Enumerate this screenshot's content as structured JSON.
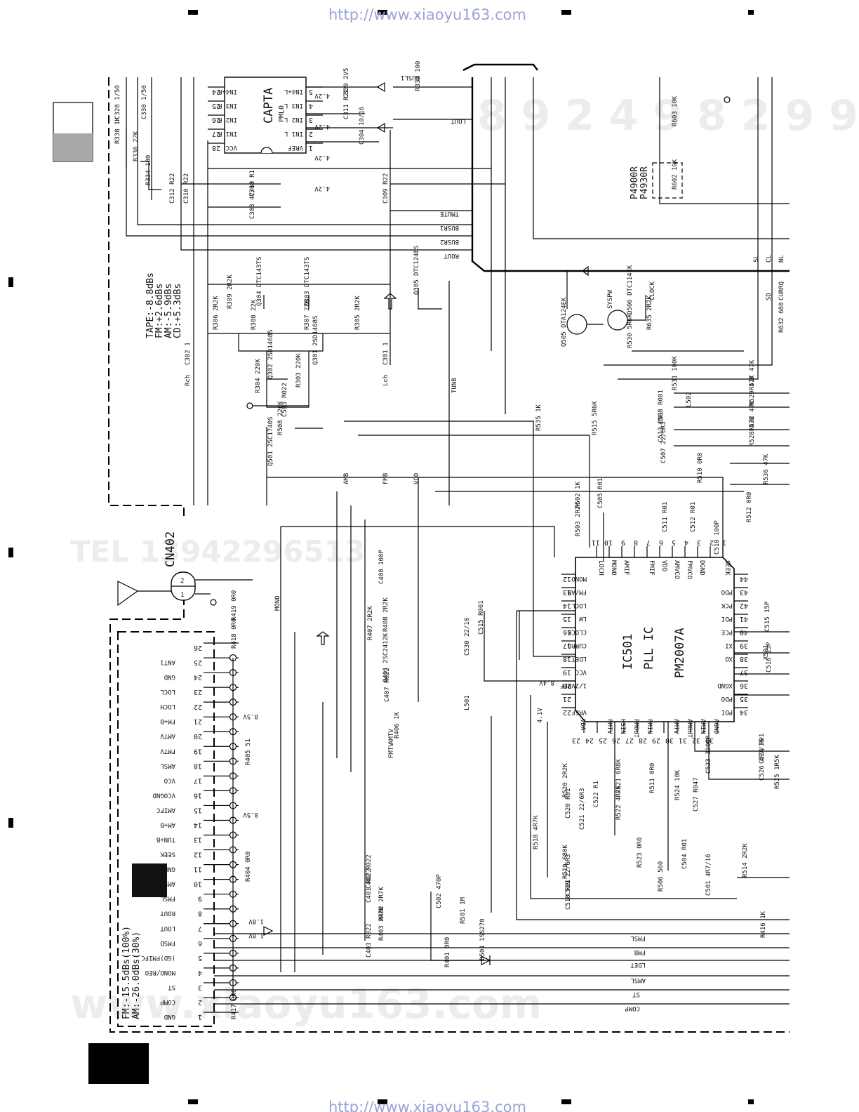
{
  "header_url": "http://www.xiaoyu163.com",
  "footer_url": "http://www.xiaoyu163.com",
  "watermarks": {
    "phone_top": "8 9 2 4 9 8 2 9 9",
    "phone_mid": "TEL 13942296513",
    "site_bottom": "www.xiaoyu163.com"
  },
  "ic_capta": {
    "name": "CAPTA",
    "part": "PML0"
  },
  "ic_pll": {
    "ref": "IC501",
    "name": "PLL IC",
    "part": "PM2007A"
  },
  "connector": {
    "ref": "CN402"
  },
  "p_labels": [
    "P4900R",
    "P4930R"
  ],
  "levels_note": [
    "TAPE:-8.8dBs",
    "FM:+2.6dBs",
    "AM:-5.9dBs",
    "CD:+5.3dBs"
  ],
  "modulation_note": [
    "FM:-15.5dBs(100%)",
    "AM:-26.0dBs(30%)"
  ],
  "cn_pins": [
    {
      "num": "26",
      "name": ""
    },
    {
      "num": "25",
      "name": "ANT1"
    },
    {
      "num": "24",
      "name": "GND"
    },
    {
      "num": "23",
      "name": "LOCL"
    },
    {
      "num": "22",
      "name": "LOCH"
    },
    {
      "num": "21",
      "name": "FM+B"
    },
    {
      "num": "20",
      "name": "AMTV"
    },
    {
      "num": "19",
      "name": "FMTV"
    },
    {
      "num": "18",
      "name": "AMSL"
    },
    {
      "num": "17",
      "name": "VCO"
    },
    {
      "num": "16",
      "name": "VCOGND"
    },
    {
      "num": "15",
      "name": "AMIFC"
    },
    {
      "num": "14",
      "name": "AM+B"
    },
    {
      "num": "13",
      "name": "TUN+B"
    },
    {
      "num": "12",
      "name": "SEEK"
    },
    {
      "num": "11",
      "name": "GND"
    },
    {
      "num": "10",
      "name": "AMST"
    },
    {
      "num": "9",
      "name": "FMSL"
    },
    {
      "num": "8",
      "name": "ROUT"
    },
    {
      "num": "7",
      "name": "LOUT"
    },
    {
      "num": "6",
      "name": "FMSD"
    },
    {
      "num": "5",
      "name": "(GD)FMIFC"
    },
    {
      "num": "4",
      "name": "MONO/REO"
    },
    {
      "num": "3",
      "name": "ST"
    },
    {
      "num": "2",
      "name": "COMP"
    },
    {
      "num": "1",
      "name": "GND"
    }
  ],
  "pll_top_pins": [
    {
      "num": "11",
      "name": "LOCH"
    },
    {
      "num": "10",
      "name": "MONO"
    },
    {
      "num": "9",
      "name": "AMIF"
    },
    {
      "num": "8",
      "name": ""
    },
    {
      "num": "7",
      "name": "FMIF"
    },
    {
      "num": "6",
      "name": "VDD"
    },
    {
      "num": "5",
      "name": "AMVCO"
    },
    {
      "num": "4",
      "name": "FMVCO"
    },
    {
      "num": "3",
      "name": "DGND"
    },
    {
      "num": "2",
      "name": ""
    },
    {
      "num": "1",
      "name": "SEEK"
    }
  ],
  "pll_left_pins": [
    {
      "num": "12",
      "name": "MONO"
    },
    {
      "num": "13",
      "name": "FM/AM"
    },
    {
      "num": "14",
      "name": "LOCL"
    },
    {
      "num": "15",
      "name": "LW"
    },
    {
      "num": "16",
      "name": "CLOCK"
    },
    {
      "num": "17",
      "name": "CURRQ"
    },
    {
      "num": "18",
      "name": "LDET"
    },
    {
      "num": "19",
      "name": "VCC"
    },
    {
      "num": "20",
      "name": "1/2VREF"
    },
    {
      "num": "21",
      "name": ""
    },
    {
      "num": "22",
      "name": "VREF"
    }
  ],
  "pll_bottom_pins": [
    {
      "num": "23",
      "name": "VDA"
    },
    {
      "num": "24",
      "name": ""
    },
    {
      "num": "25",
      "name": "FMTV"
    },
    {
      "num": "26",
      "name": "HSIN"
    },
    {
      "num": "27",
      "name": "FMOUT"
    },
    {
      "num": "28",
      "name": "FMIN"
    },
    {
      "num": "29",
      "name": ""
    },
    {
      "num": "30",
      "name": "AMTV"
    },
    {
      "num": "31",
      "name": "AMOUT"
    },
    {
      "num": "32",
      "name": "AMIN"
    },
    {
      "num": "33",
      "name": "AGND"
    }
  ],
  "pll_right_pins": [
    {
      "num": "44",
      "name": ""
    },
    {
      "num": "43",
      "name": "PDO"
    },
    {
      "num": "42",
      "name": "PCK"
    },
    {
      "num": "41",
      "name": "PDI"
    },
    {
      "num": "40",
      "name": "PCE"
    },
    {
      "num": "39",
      "name": "XI"
    },
    {
      "num": "38",
      "name": "XO"
    },
    {
      "num": "37",
      "name": ""
    },
    {
      "num": "36",
      "name": "XGND"
    },
    {
      "num": "35",
      "name": "PDO"
    },
    {
      "num": "34",
      "name": "PDI"
    }
  ],
  "capta_left_pins": [
    {
      "num": "24",
      "name": "IN4+R"
    },
    {
      "num": "25",
      "name": "IN3 R"
    },
    {
      "num": "26",
      "name": "IN2 R"
    },
    {
      "num": "27",
      "name": "IN1 R"
    },
    {
      "num": "28",
      "name": "VCC"
    }
  ],
  "capta_right_pins": [
    {
      "num": "5",
      "name": "IN4+L"
    },
    {
      "num": "4",
      "name": "IN3 L"
    },
    {
      "num": "3",
      "name": "IN2 L"
    },
    {
      "num": "2",
      "name": "IN1 L"
    },
    {
      "num": "1",
      "name": "VREF"
    }
  ],
  "capta_voltages": [
    "4.2V",
    "4.2V",
    "4.2V",
    "4.2V"
  ],
  "bus_signals": [
    "TMUTE",
    "BUSR1",
    "BUSR2",
    "ROUT",
    "LOUT",
    "BUSL1"
  ],
  "net_labels": [
    "Rch",
    "Lch",
    "TUNB",
    "AMB",
    "FMB",
    "VCO",
    "MONO",
    "AMTV",
    "FMTV",
    "SL",
    "CL",
    "NL",
    "SD",
    "CLOCK",
    "CURRQ",
    "SYSPW",
    "FMSL",
    "FMB",
    "LDET",
    "AMSL",
    "ST",
    "COMP"
  ],
  "voltage_labels": [
    "8.5V",
    "8.5V",
    "8.4V",
    "4.1V",
    "1.8V",
    "1.8V"
  ],
  "transistors": [
    {
      "ref": "Q304",
      "part": "DTC143TS"
    },
    {
      "ref": "Q303",
      "part": "DTC143TS"
    },
    {
      "ref": "Q305",
      "part": "DTC124ES"
    },
    {
      "ref": "Q302",
      "part": "2SD1468S"
    },
    {
      "ref": "Q301",
      "part": "2SD1468S"
    },
    {
      "ref": "Q501",
      "part": "2SC1740S"
    },
    {
      "ref": "Q401",
      "part": "2SC2412K"
    },
    {
      "ref": "Q505",
      "part": "DTA124EK"
    },
    {
      "ref": "Q506",
      "part": "DTC114EK"
    }
  ],
  "resistors": [
    {
      "ref": "R338",
      "value": "1K"
    },
    {
      "ref": "R336",
      "value": "22K"
    },
    {
      "ref": "R334",
      "value": "100"
    },
    {
      "ref": "R333",
      "value": "100"
    },
    {
      "ref": "R309",
      "value": "2R2K"
    },
    {
      "ref": "R306",
      "value": "2R2K"
    },
    {
      "ref": "R308",
      "value": "22K"
    },
    {
      "ref": "R307",
      "value": "22K"
    },
    {
      "ref": "R305",
      "value": "2R2K"
    },
    {
      "ref": "R304",
      "value": "220K"
    },
    {
      "ref": "R303",
      "value": "220K"
    },
    {
      "ref": "R508",
      "value": "220K"
    },
    {
      "ref": "R419",
      "value": "0R0"
    },
    {
      "ref": "R418",
      "value": "0R0"
    },
    {
      "ref": "R407",
      "value": "2R2K"
    },
    {
      "ref": "R408",
      "value": "2R2K"
    },
    {
      "ref": "R406",
      "value": "1K"
    },
    {
      "ref": "R405",
      "value": "51"
    },
    {
      "ref": "R404",
      "value": "0R0"
    },
    {
      "ref": "R417",
      "value": "0R0"
    },
    {
      "ref": "R402",
      "value": "2R7K"
    },
    {
      "ref": "R403",
      "value": "2R7K"
    },
    {
      "ref": "R501",
      "value": "1M"
    },
    {
      "ref": "R401",
      "value": "0R0"
    },
    {
      "ref": "R535",
      "value": "1K"
    },
    {
      "ref": "R515",
      "value": "5R6K"
    },
    {
      "ref": "R502",
      "value": "1K"
    },
    {
      "ref": "R503",
      "value": "2R2K"
    },
    {
      "ref": "R530",
      "value": "5R6K"
    },
    {
      "ref": "R635",
      "value": "2R2K"
    },
    {
      "ref": "R531",
      "value": "100K"
    },
    {
      "ref": "R517",
      "value": "47K"
    },
    {
      "ref": "R529",
      "value": "47K"
    },
    {
      "ref": "R532",
      "value": "47K"
    },
    {
      "ref": "R528",
      "value": "47K"
    },
    {
      "ref": "R536",
      "value": "47K"
    },
    {
      "ref": "R510",
      "value": "0R0"
    },
    {
      "ref": "R512",
      "value": "0R0"
    },
    {
      "ref": "R603",
      "value": "10K"
    },
    {
      "ref": "R602",
      "value": "10K"
    },
    {
      "ref": "R632",
      "value": "680"
    },
    {
      "ref": "R520",
      "value": "2R2K"
    },
    {
      "ref": "R521",
      "value": "6R8K"
    },
    {
      "ref": "R522",
      "value": "4R7K"
    },
    {
      "ref": "R511",
      "value": "0R0"
    },
    {
      "ref": "R524",
      "value": "10K"
    },
    {
      "ref": "R518",
      "value": "4R7K"
    },
    {
      "ref": "R519",
      "value": "680K"
    },
    {
      "ref": "R523",
      "value": "0R0"
    },
    {
      "ref": "R506",
      "value": "560"
    },
    {
      "ref": "R514",
      "value": "2R2K"
    },
    {
      "ref": "R525",
      "value": "1R5K"
    },
    {
      "ref": "R416",
      "value": "1K"
    }
  ],
  "capacitors": [
    {
      "ref": "C328",
      "value": "1/50"
    },
    {
      "ref": "C330",
      "value": "1/50"
    },
    {
      "ref": "C329",
      "value": "2V5"
    },
    {
      "ref": "C311",
      "value": "R22"
    },
    {
      "ref": "C304",
      "value": "10/16"
    },
    {
      "ref": "C312",
      "value": "R22"
    },
    {
      "ref": "C310",
      "value": "R22"
    },
    {
      "ref": "C308",
      "value": "R1"
    },
    {
      "ref": "C303",
      "value": "47/10"
    },
    {
      "ref": "C309",
      "value": "R22"
    },
    {
      "ref": "C302",
      "value": "1"
    },
    {
      "ref": "C301",
      "value": "1"
    },
    {
      "ref": "C503",
      "value": "R022"
    },
    {
      "ref": "C408",
      "value": "100P"
    },
    {
      "ref": "C407",
      "value": "R022"
    },
    {
      "ref": "C530",
      "value": "22/10"
    },
    {
      "ref": "C515",
      "value": "R001"
    },
    {
      "ref": "C402",
      "value": "R022"
    },
    {
      "ref": "C401",
      "value": "R022"
    },
    {
      "ref": "C502",
      "value": "470P"
    },
    {
      "ref": "C403",
      "value": "R022"
    },
    {
      "ref": "C505",
      "value": "R01"
    },
    {
      "ref": "C508",
      "value": "R001"
    },
    {
      "ref": "C513",
      "value": "R01"
    },
    {
      "ref": "C507",
      "value": "22/6R3"
    },
    {
      "ref": "C511",
      "value": "R01"
    },
    {
      "ref": "C512",
      "value": "R01"
    },
    {
      "ref": "C510",
      "value": "100P"
    },
    {
      "ref": "C523",
      "value": "3300P"
    },
    {
      "ref": "C524",
      "value": "R01"
    },
    {
      "ref": "C526",
      "value": "4R7/16"
    },
    {
      "ref": "C527",
      "value": "R047"
    },
    {
      "ref": "C520",
      "value": "R01"
    },
    {
      "ref": "C521",
      "value": "22/6R3"
    },
    {
      "ref": "C522",
      "value": "R1"
    },
    {
      "ref": "C519",
      "value": "22/6R3"
    },
    {
      "ref": "C518",
      "value": "R01"
    },
    {
      "ref": "C504",
      "value": "R01"
    },
    {
      "ref": "C501",
      "value": "4R7/16"
    }
  ],
  "other_parts": [
    {
      "ref": "L501",
      "value": ""
    },
    {
      "ref": "L502",
      "value": ""
    },
    {
      "ref": "D501",
      "value": "1SS270"
    },
    {
      "ref": "X501",
      "value": ""
    },
    {
      "ref": "C515",
      "value": "15P"
    },
    {
      "ref": "C516",
      "value": "15P"
    }
  ]
}
